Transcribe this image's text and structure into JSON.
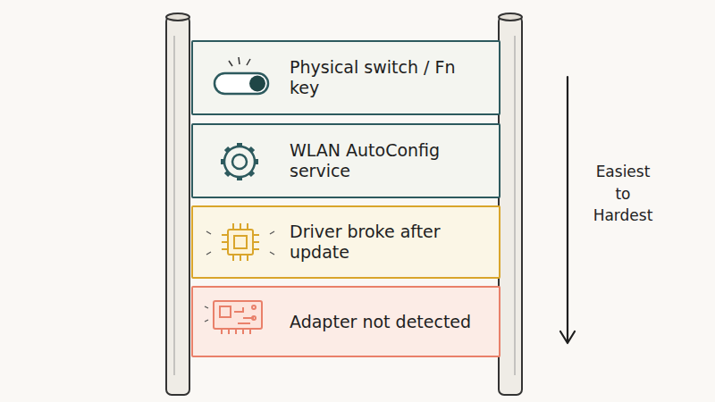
{
  "diagram": {
    "nodes": [
      {
        "text": [
          "Physical switch / Fn key"
        ]
      },
      {
        "text": [
          "WLAN AutoConfig service"
        ]
      },
      {
        "text": [
          "Driver broke after update"
        ]
      },
      {
        "text": [
          "Adapter not detected"
        ]
      }
    ],
    "labels": [
      "Easiest to Hardest"
    ]
  }
}
